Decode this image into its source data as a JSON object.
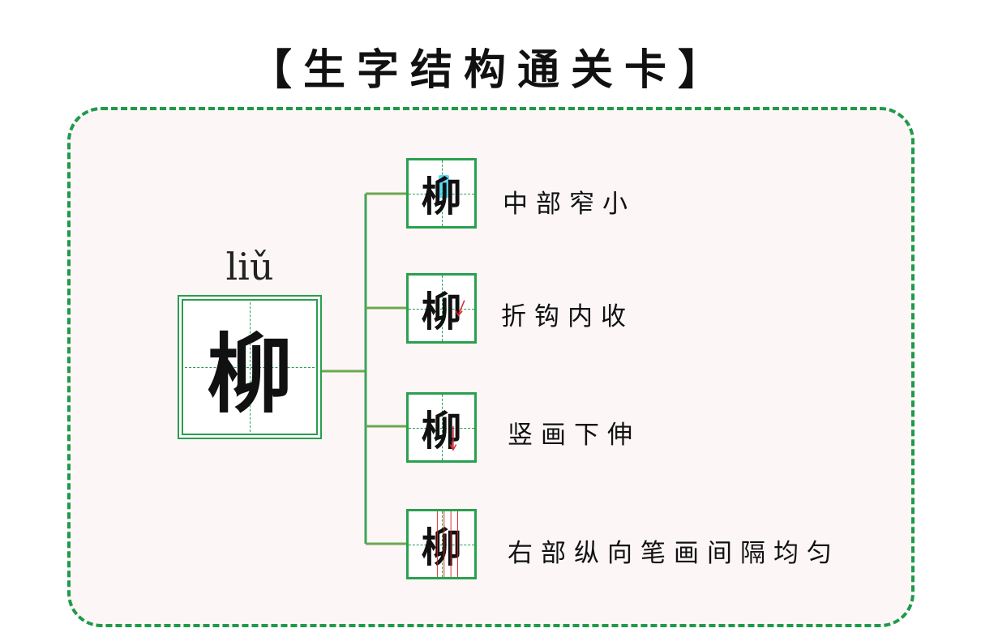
{
  "title": "【生字结构通关卡】",
  "character": {
    "pinyin": "liǔ",
    "glyph": "柳"
  },
  "items": [
    {
      "glyph": "柳",
      "label": "中部窄小",
      "marker": "middle-highlight"
    },
    {
      "glyph": "柳",
      "label": "折钩内收",
      "marker": "hook-arrow"
    },
    {
      "glyph": "柳",
      "label": "竖画下伸",
      "marker": "down-arrow"
    },
    {
      "glyph": "柳",
      "label": "右部纵向笔画间隔均匀",
      "marker": "spacing-lines"
    }
  ],
  "colors": {
    "border": "#1f9a4a",
    "card_background": "#fcf6f7",
    "connector": "#6aa84f",
    "highlight": "#29cdf0",
    "marker_red": "#d9252b"
  }
}
